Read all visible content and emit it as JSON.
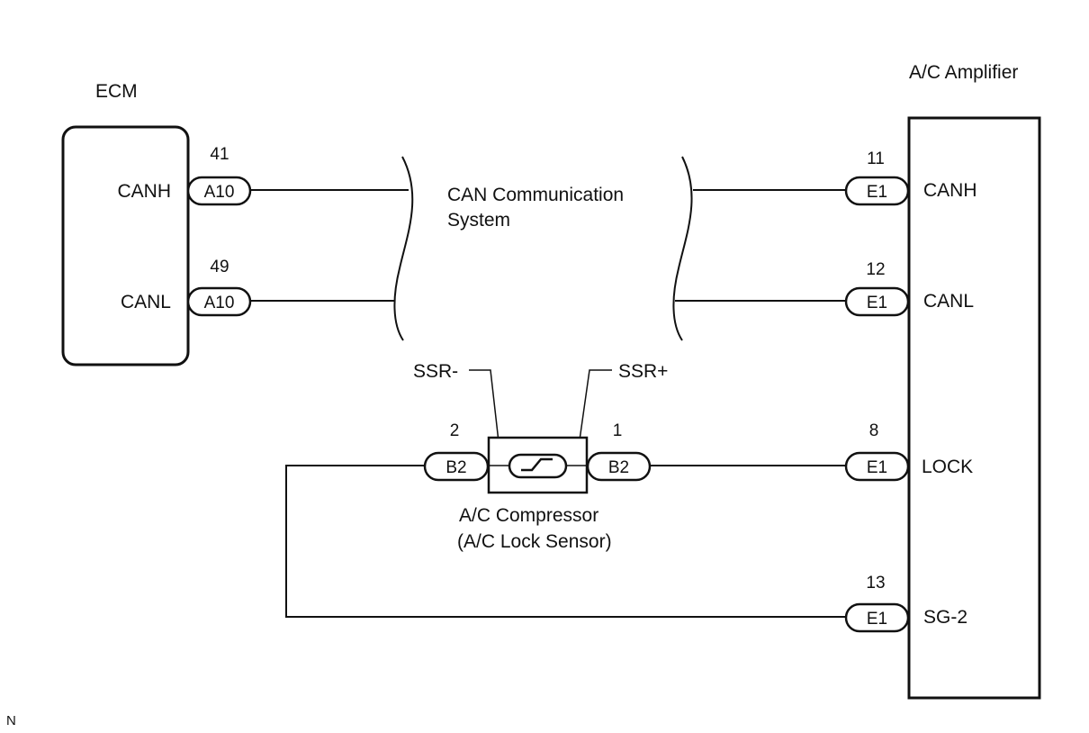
{
  "components": {
    "ecm": {
      "title": "ECM",
      "pins": [
        {
          "signal": "CANH",
          "connector": "A10",
          "pin": "41"
        },
        {
          "signal": "CANL",
          "connector": "A10",
          "pin": "49"
        }
      ]
    },
    "amplifier": {
      "title": "A/C Amplifier",
      "pins": [
        {
          "signal": "CANH",
          "connector": "E1",
          "pin": "11"
        },
        {
          "signal": "CANL",
          "connector": "E1",
          "pin": "12"
        },
        {
          "signal": "LOCK",
          "connector": "E1",
          "pin": "8"
        },
        {
          "signal": "SG-2",
          "connector": "E1",
          "pin": "13"
        }
      ]
    },
    "compressor": {
      "title_line1": "A/C Compressor",
      "title_line2": "(A/C Lock Sensor)",
      "ssr_minus": "SSR-",
      "ssr_plus": "SSR+",
      "pins": [
        {
          "connector": "B2",
          "pin": "2"
        },
        {
          "connector": "B2",
          "pin": "1"
        }
      ]
    }
  },
  "can_system": {
    "line1": "CAN Communication",
    "line2": "System"
  },
  "corner_note": "N"
}
